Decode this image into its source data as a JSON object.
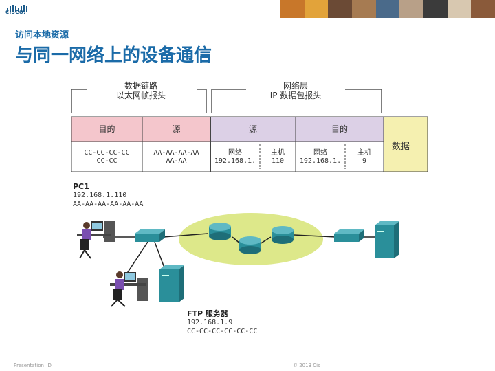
{
  "brand": {
    "logo_text": "CISCO."
  },
  "header": {
    "subtitle": "访问本地资源",
    "title": "与同一网络上的设备通信"
  },
  "frame": {
    "datalink_label_line1": "数据链路",
    "datalink_label_line2": "以太网帧报头",
    "network_label_line1": "网络层",
    "network_label_line2": "IP 数据包报头",
    "eth_dest_header": "目的",
    "eth_src_header": "源",
    "ip_src_header": "源",
    "ip_dest_header": "目的",
    "data_label": "数据",
    "eth_dest_value_line1": "CC-CC-CC-CC",
    "eth_dest_value_line2": "CC-CC",
    "eth_src_value_line1": "AA-AA-AA-AA",
    "eth_src_value_line2": "AA-AA",
    "ip_src_network_label": "网络",
    "ip_src_network_value": "192.168.1.",
    "ip_src_host_label": "主机",
    "ip_src_host_value": "110",
    "ip_dest_network_label": "网络",
    "ip_dest_network_value": "192.168.1.",
    "ip_dest_host_label": "主机",
    "ip_dest_host_value": "9"
  },
  "pc1": {
    "name": "PC1",
    "ip": "192.168.1.110",
    "mac": "AA-AA-AA-AA-AA-AA"
  },
  "ftp_server": {
    "name": "FTP 服务器",
    "ip": "192.168.1.9",
    "mac": "CC-CC-CC-CC-CC-CC"
  },
  "footer": {
    "left": "Presentation_ID",
    "middle": "© 2013 Cis"
  },
  "colors": {
    "title_blue": "#1b6ba8",
    "eth_header_pink": "#f4c6cc",
    "ip_header_lilac": "#dcd0e6",
    "data_yellow": "#f5f0b0",
    "network_cloud": "#dde88a",
    "device_teal": "#2a8f9a"
  }
}
